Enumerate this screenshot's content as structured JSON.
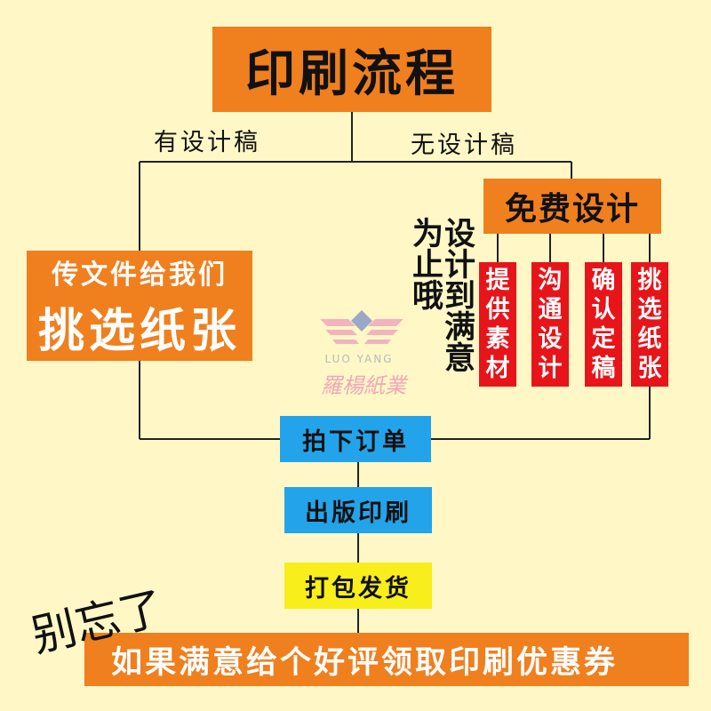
{
  "title": "印刷流程",
  "branches": {
    "with_draft": "有设计稿",
    "without_draft": "无设计稿"
  },
  "left_path": {
    "line1": "传文件给我们",
    "line2": "挑选纸张"
  },
  "right_path": {
    "free_design": "免费设计",
    "side_note_col1": [
      "为",
      "止",
      "哦"
    ],
    "side_note_col2": [
      "设",
      "计",
      "到",
      "满",
      "意"
    ],
    "sub_steps": [
      {
        "chars": [
          "提",
          "供",
          "素",
          "材"
        ]
      },
      {
        "chars": [
          "沟",
          "通",
          "设",
          "计"
        ]
      },
      {
        "chars": [
          "确",
          "认",
          "定",
          "稿"
        ]
      },
      {
        "chars": [
          "挑",
          "选",
          "纸",
          "张"
        ]
      }
    ]
  },
  "steps": {
    "order": "拍下订单",
    "print": "出版印刷",
    "ship": "打包发货"
  },
  "reminder": {
    "tag": "别忘了",
    "message": "如果满意给个好评领取印刷优惠券"
  },
  "logo": {
    "en": "LUO YANG",
    "cn": "羅楊紙業"
  },
  "colors": {
    "background": "#fff8c6",
    "orange": "#f07f1e",
    "red": "#e7141a",
    "blue": "#23a4ea",
    "yellow": "#f7ee1b"
  }
}
